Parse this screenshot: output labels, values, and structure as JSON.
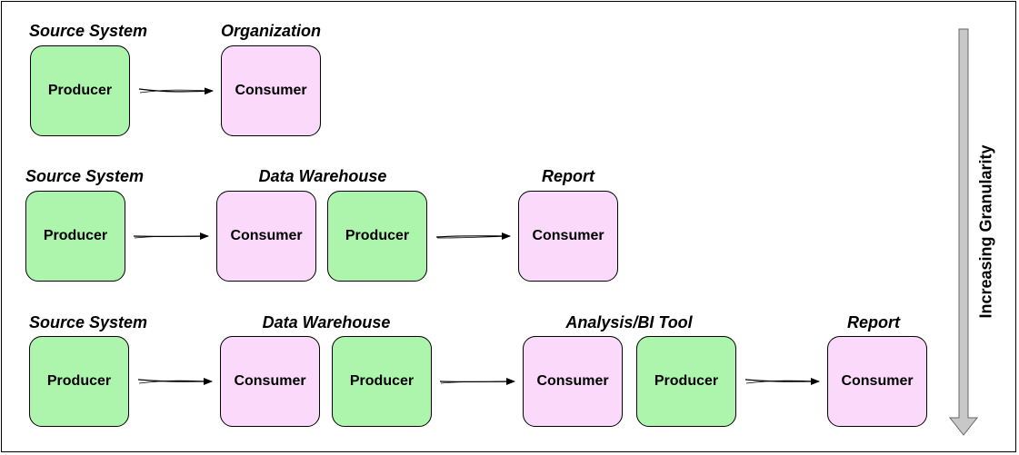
{
  "side_label": "Increasing Granularity",
  "rows": [
    {
      "labels": [
        "Source System",
        "Organization"
      ],
      "boxes": [
        "Producer",
        "Consumer"
      ]
    },
    {
      "labels": [
        "Source System",
        "Data Warehouse",
        "Report"
      ],
      "boxes": [
        "Producer",
        "Consumer",
        "Producer",
        "Consumer"
      ]
    },
    {
      "labels": [
        "Source System",
        "Data Warehouse",
        "Analysis/BI Tool",
        "Report"
      ],
      "boxes": [
        "Producer",
        "Consumer",
        "Producer",
        "Consumer",
        "Producer",
        "Consumer"
      ]
    }
  ],
  "colors": {
    "producer": "#adf5ad",
    "consumer": "#fbd9fb",
    "arrow": "#c8c8c8"
  }
}
